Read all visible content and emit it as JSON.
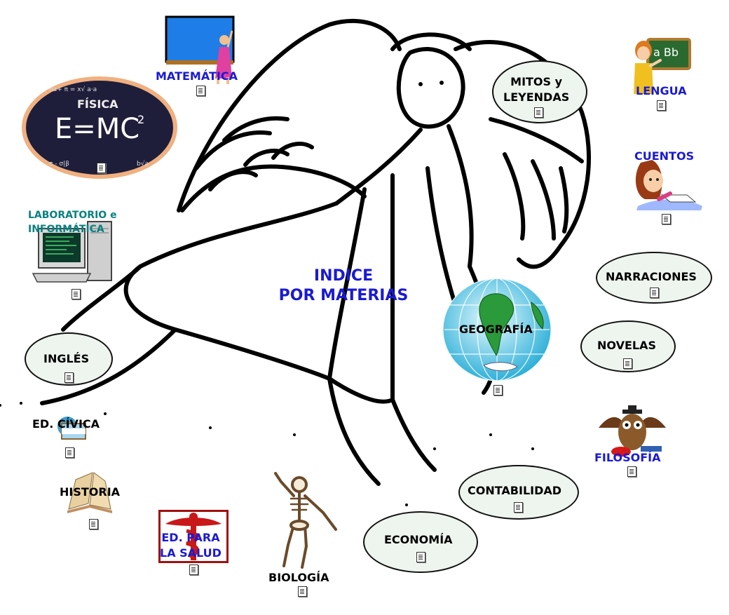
{
  "title": "INDICE\nPOR MATERIAS",
  "subjects": {
    "matematica": "MATEMÁTICA",
    "fisica": "FÍSICA",
    "fisica_formula": "E=MC",
    "fisica_exponent": "2",
    "laboratorio": "LABORATORIO e\nINFORMÁTICA",
    "ingles": "INGLÉS",
    "ed_civica": "ED. CÍVICA",
    "historia": "HISTORIA",
    "ed_salud": "ED. PARA\nLA SALUD",
    "biologia": "BIOLOGÍA",
    "economia": "ECONOMÍA",
    "contabilidad": "CONTABILIDAD",
    "filosofia": "FILOSOFÍA",
    "novelas": "NOVELAS",
    "narraciones": "NARRACIONES",
    "cuentos": "CUENTOS",
    "lengua": "LENGUA",
    "lengua_board": "a Bb",
    "mitos": "MITOS y\nLEYENDAS",
    "geografia": "GEOGRAFÍA"
  }
}
